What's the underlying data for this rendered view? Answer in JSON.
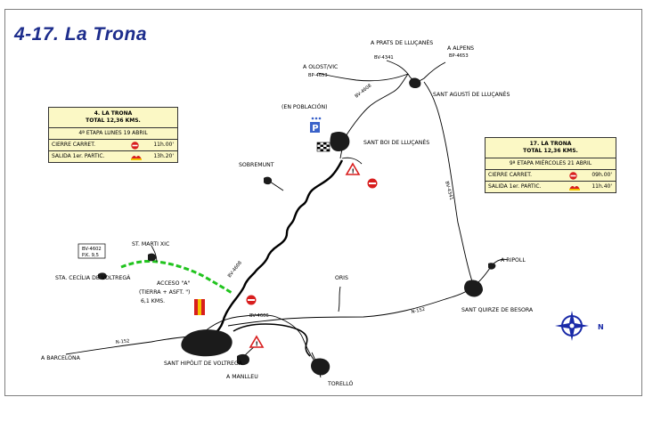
{
  "title": "4-17. La Trona",
  "box_left": {
    "line1": "4. LA TRONA",
    "line2": "TOTAL 12,36 KMS.",
    "stage": "4ª ETAPA LUNES 19 ABRIL",
    "rows": [
      {
        "label": "CIERRE CARRET.",
        "time": "11h.00'"
      },
      {
        "label": "SALIDA 1er. PARTIC.",
        "time": "13h.20'"
      }
    ]
  },
  "box_right": {
    "line1": "17. LA TRONA",
    "line2": "TOTAL 12,36 KMS.",
    "stage": "9ª ETAPA MIÉRCOLES 21 ABRIL",
    "rows": [
      {
        "label": "CIERRE CARRET.",
        "time": "09h.00'"
      },
      {
        "label": "SALIDA 1er. PARTIC.",
        "time": "11h.40'"
      }
    ]
  },
  "places": {
    "prats": "A PRATS DE LLUÇANÈS",
    "prats_road": "BV-4341",
    "olost": "A OLOST/VIC",
    "olost_road": "BP-4653",
    "alpens": "A ALPENS",
    "alpens_road": "BP-4653",
    "sant_agusti": "SANT AGUSTÍ DE LLUÇANÈS",
    "en_poblacion": "(EN POBLACIÓN)",
    "sant_boi": "SANT BOI DE LLUÇANÈS",
    "sobremunt": "SOBREMUNT",
    "sant_martixic": "ST. MARTI XIC",
    "santa_cecilia": "STA. CECÍLIA DE VOLTREGÀ",
    "acceso_1": "ACCESO \"A\"",
    "acceso_2": "(TIERRA + ASFT. \")",
    "acceso_3": "6,1 KMS.",
    "oris": "ORIS",
    "ripoll": "A RIPOLL",
    "sant_quirze": "SANT QUIRZE DE BESORA",
    "barcelona": "A BARCELONA",
    "sant_hipolit": "SANT HIPÒLIT DE VOLTREGÀ",
    "manlleu": "A MANLLEU",
    "torello": "TORELLÓ"
  },
  "roads": {
    "bv4602": "BV-4602",
    "pk": "P.K. 9,5",
    "bv4608_a": "BV-4608",
    "bv4608_b": "BV-4608",
    "bv4606": "BV-4606",
    "n152_a": "N-152",
    "n152_b": "N-152",
    "bv4341": "BV-4341"
  },
  "compass": {
    "north": "N"
  },
  "colors": {
    "title": "#1d2d8c",
    "box_fill": "#fbf8c5",
    "access_route": "#22c41f",
    "danger": "#d81e1e",
    "stage_route": "#000000",
    "parking": "#3a62c9",
    "compass": "#1a2aa8"
  }
}
